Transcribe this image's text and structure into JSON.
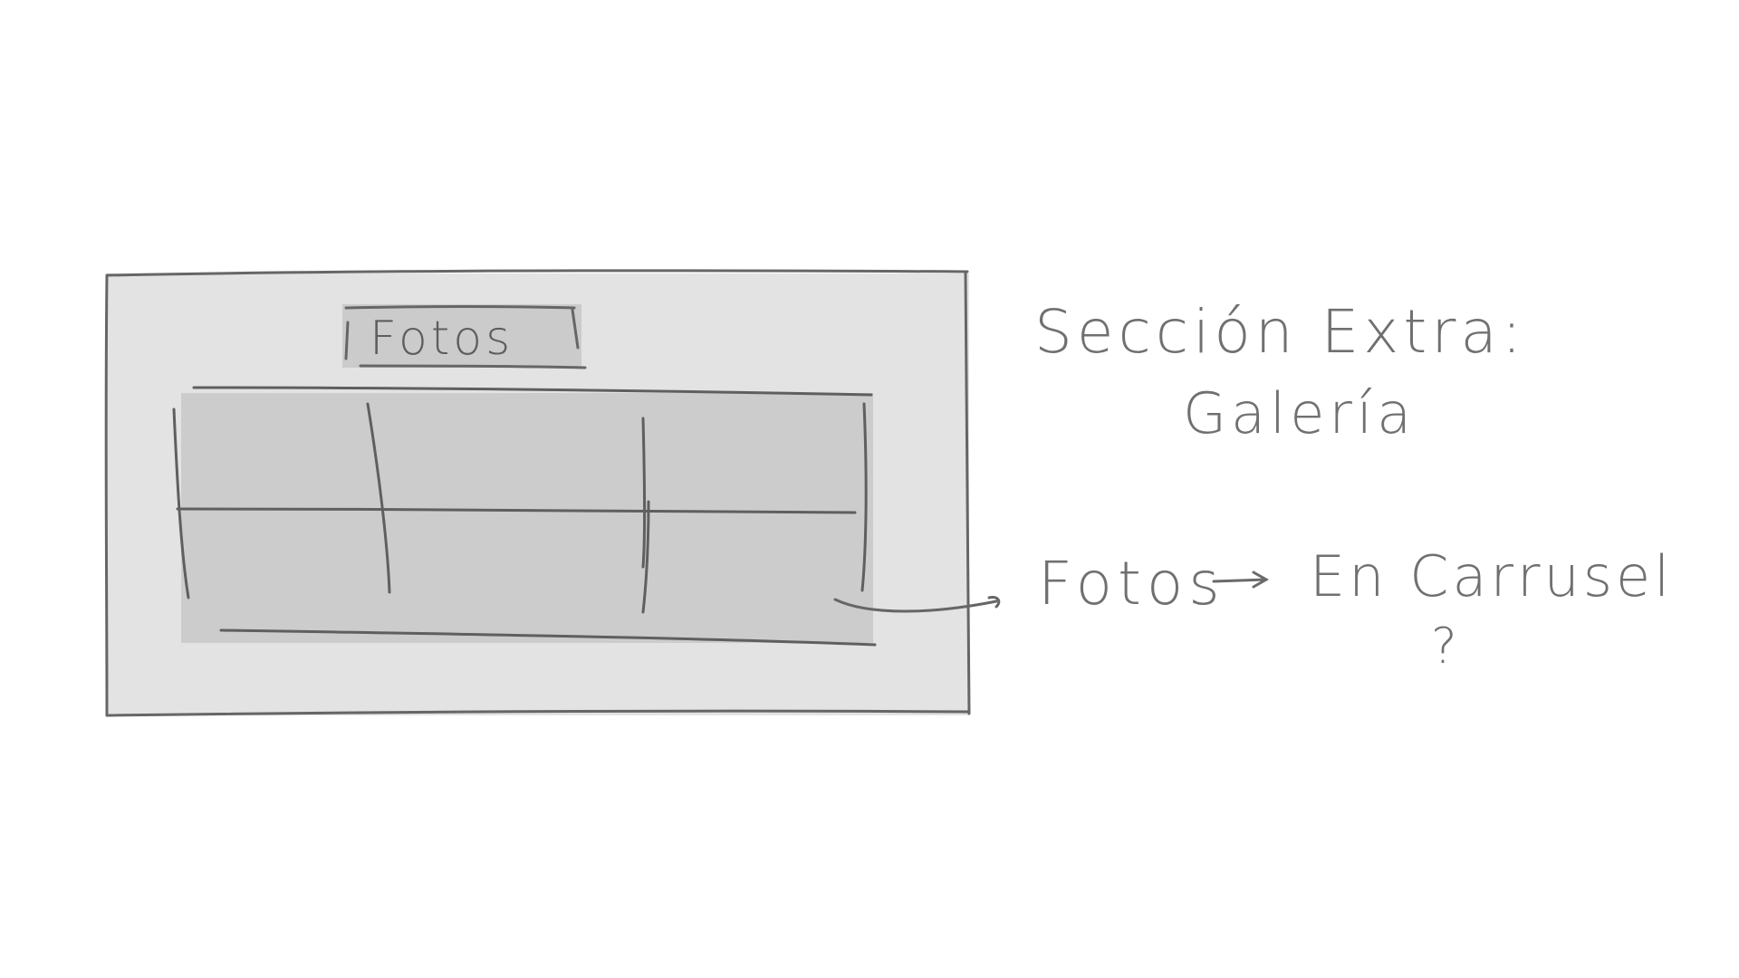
{
  "mockup": {
    "tab_label": "Fotos",
    "gallery_grid": {
      "rows": 2,
      "columns": 3
    }
  },
  "notes": {
    "section_title": "Sección Extra:",
    "section_subtitle": "Galería",
    "photos_label": "Fotos",
    "arrow": "→",
    "carousel_label": "En Carrusel",
    "question_mark": "?"
  },
  "colors": {
    "background": "#ffffff",
    "panel_fill": "#e3e3e3",
    "tab_fill": "#cbcbcb",
    "grid_fill": "#cccccc",
    "stroke": "#666666",
    "ink": "#707070"
  }
}
